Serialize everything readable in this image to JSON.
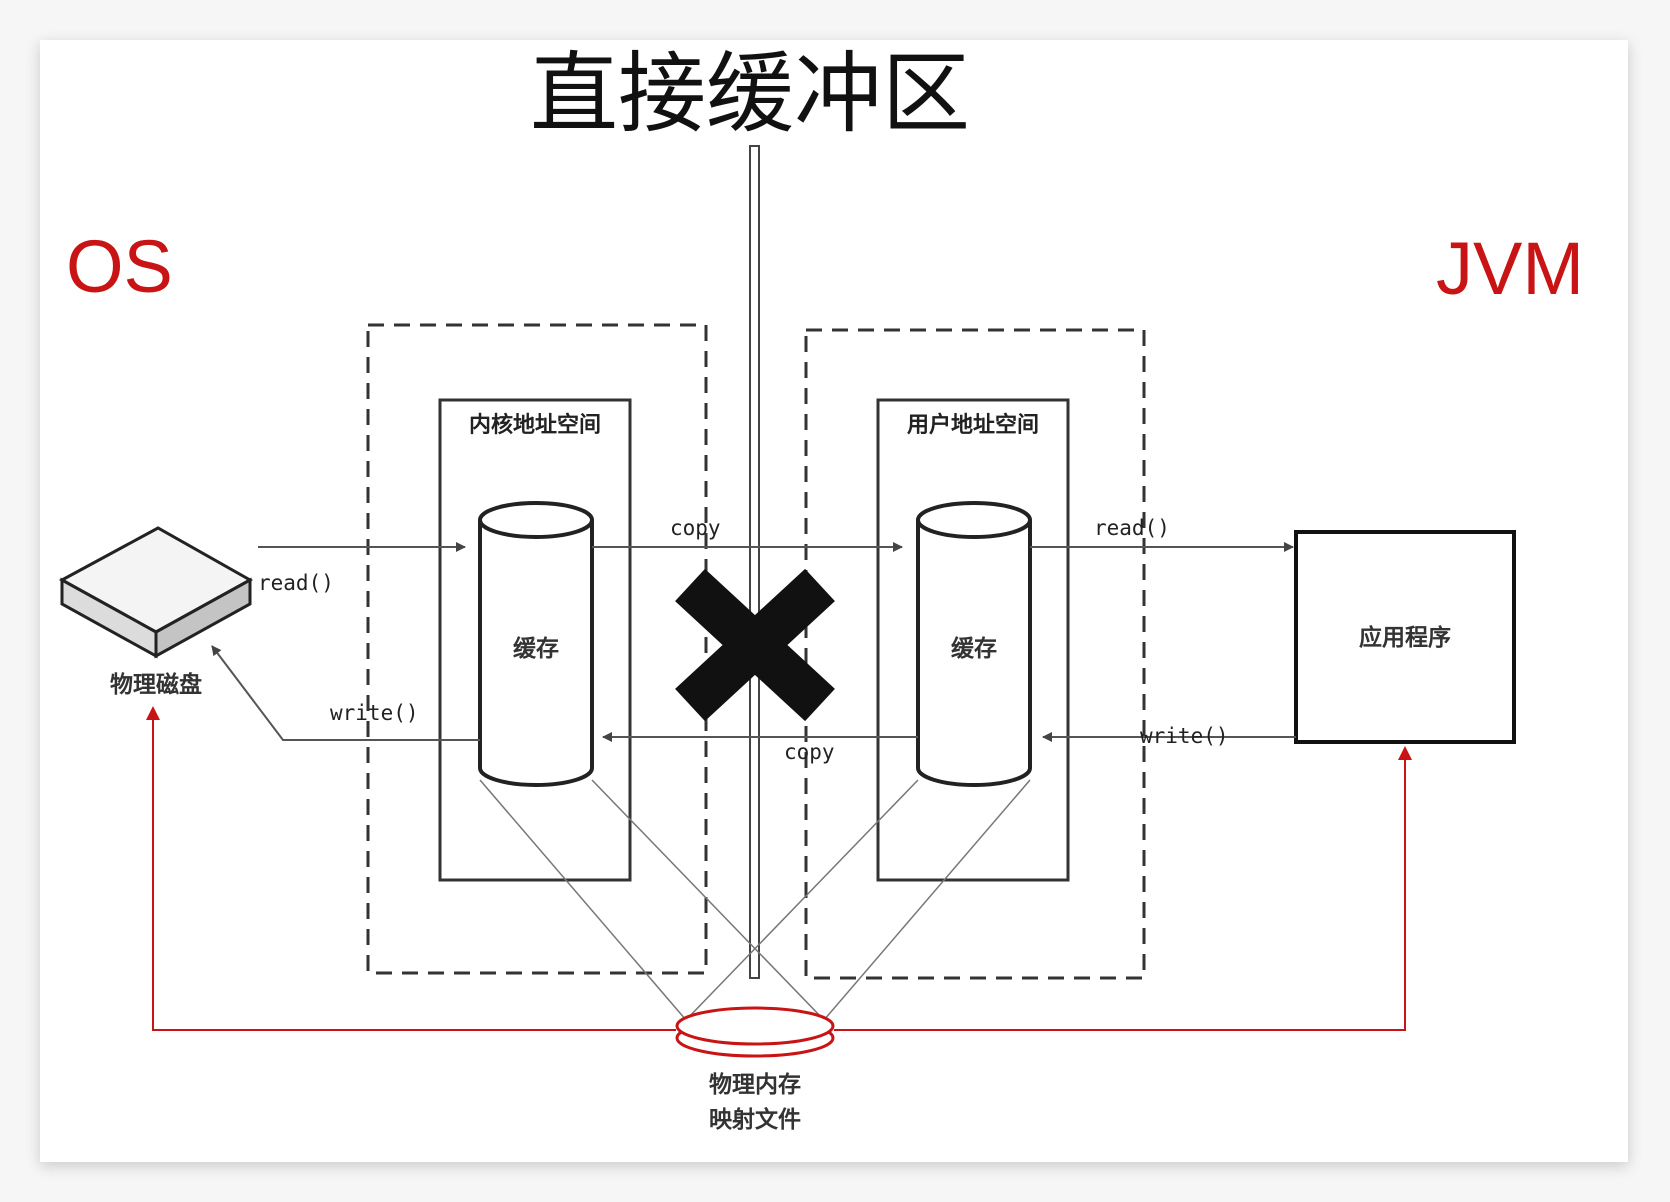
{
  "title": "直接缓冲区",
  "os_label": "OS",
  "jvm_label": "JVM",
  "kernel_space": {
    "title": "内核地址空间",
    "cache_label": "缓存"
  },
  "user_space": {
    "title": "用户地址空间",
    "cache_label": "缓存"
  },
  "disk_label": "物理磁盘",
  "app_label": "应用程序",
  "mapped_file_label_line1": "物理内存",
  "mapped_file_label_line2": "映射文件",
  "edges": {
    "disk_read": "read()",
    "disk_write": "write()",
    "copy_top": "copy",
    "copy_bottom": "copy",
    "app_read": "read()",
    "app_write": "write()"
  },
  "colors": {
    "accent_red": "#c81414",
    "line": "#555555",
    "cross": "#111111"
  }
}
